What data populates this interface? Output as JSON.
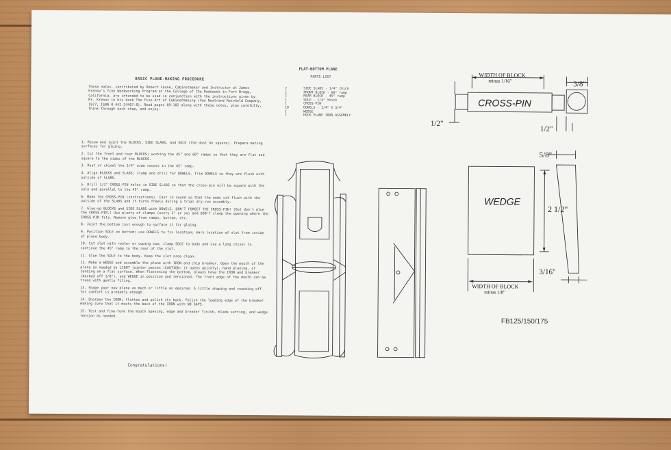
{
  "document": {
    "title": "BASIC PLANE-MAKING PROCEDURE",
    "intro": "These notes, contributed by Robert Lasne, Cabinetmaker and Instructor at James Krenov's fine Woodworking Program at the College of the Redwoods in Fort Bragg, California, are intended to be used in conjunction with the instructions given by Mr. Krenov in his book The Fine Art of Cabinetmaking (Van Nostrand Reinhold Company, 1977, ISBN 0-442-24497-8). Read pages 89-102 along with these notes, plan carefully, think through each step, and enjoy.",
    "steps": [
      "1. Resaw and joint the BLOCKS, SIDE SLABS, and SOLE (the dust be square). Prepare mating surfaces for gluing.",
      "2. Cut the front and rear BLOCKS; working the 45° and 60° ramps so that they are flat and square to the sides of the BLOCKS.",
      "3. Rout or chisel the 1/4\" wide recess in the 45° ramp.",
      "4. Align BLOCKS and SLABS; clamp and drill for DOWELS. Trim DOWELS so they are flush with outside of SLABS.",
      "5. Drill 1/2\" CROSS-PIN holes in SIDE SLABS so that the cross-pin will be square with the sole and parallel to the 45° ramp.",
      "6. Make the CROSS-PIN (instructions). Cast in sound so that the ends sit flush with the outside of the SLABS and it turns freely during a trial dry-run assembly.",
      "7. Glue-up BLOCKS and SIDE SLABS with DOWELS. DON'T FORGET THE CROSS-PIN! (But don't glue the CROSS-PIN.) Use plenty of clamps (every 2\" or so) and DON'T clamp the opening where the CROSS-PIN fits. Remove glue from ramps, bottom, etc.",
      "8. Joint the bottom just enough to surface it for gluing.",
      "9. Position SOLE on bottom; use DOWELS to fix location; mark location of slot from inside of plane body.",
      "10. Cut slot with router or coping saw; clamp SOLE to body and use a long chisel to continue the 45° ramp to the rear of the slot.",
      "11. Glue the SOLE to the body. Keep the slot area clean.",
      "12. Make a WEDGE and assemble the plane with IRON and chip breaker. Open the mouth of the plane as needed by LIGHT jointer passes (CAUTION: it opens quickly), hand planing, or sanding on a flat surface. When flattening the bottom, always have the IRON and breaker (backed off 1/8\"), and WEDGE in position and tensioned. The front edge of the mouth can be trued with gentle filing.",
      "13. Shape your new plane as much or little as desired. A little shaping and rounding off for comfort is probably enough.",
      "14. Sharpen the IRON; flatten and polish its back. Polish the leading edge of the breaker making sure that it meets the back of the IRON with NO GAPS.",
      "15. Test and fine-tune the mouth opening, edge and breaker finish, blade setting, and wedge tension as needed."
    ],
    "closing": "Congratulations!"
  },
  "plan": {
    "title": "FLAT-BOTTOM PLANE",
    "parts_title": "PARTS LIST",
    "parts": [
      {
        "qty": "2",
        "item": "SIDE SLABS - 1/4\" thick"
      },
      {
        "qty": "1",
        "item": "FRONT BLOCK - 60° ramp"
      },
      {
        "qty": "1",
        "item": "REAR BLOCK - 45° ramp"
      },
      {
        "qty": "1",
        "item": "SOLE - 1/4\" thick"
      },
      {
        "qty": "1",
        "item": "CROSS-PIN"
      },
      {
        "qty": "10",
        "item": "DOWELS - 1/4\" X 3/4\""
      },
      {
        "qty": "1",
        "item": "WEDGE"
      },
      {
        "qty": "1",
        "item": "HOCK PLANE IRON ASSEMBLY"
      }
    ]
  },
  "crosspin": {
    "label": "CROSS-PIN",
    "width_label": "WIDTH OF BLOCK",
    "width_sub": "minus 1/16\"",
    "dim_38": "3/8\"",
    "dim_12a": "1/2\"",
    "dim_12b": "1/2\""
  },
  "wedge": {
    "label": "WEDGE",
    "dim_58": "5/8\"",
    "dim_212": "2 1/2\"",
    "dim_316": "3/16\"",
    "width_label": "WIDTH OF BLOCK",
    "width_sub": "minus 1/8\""
  },
  "catalog": "FB125/150/175"
}
